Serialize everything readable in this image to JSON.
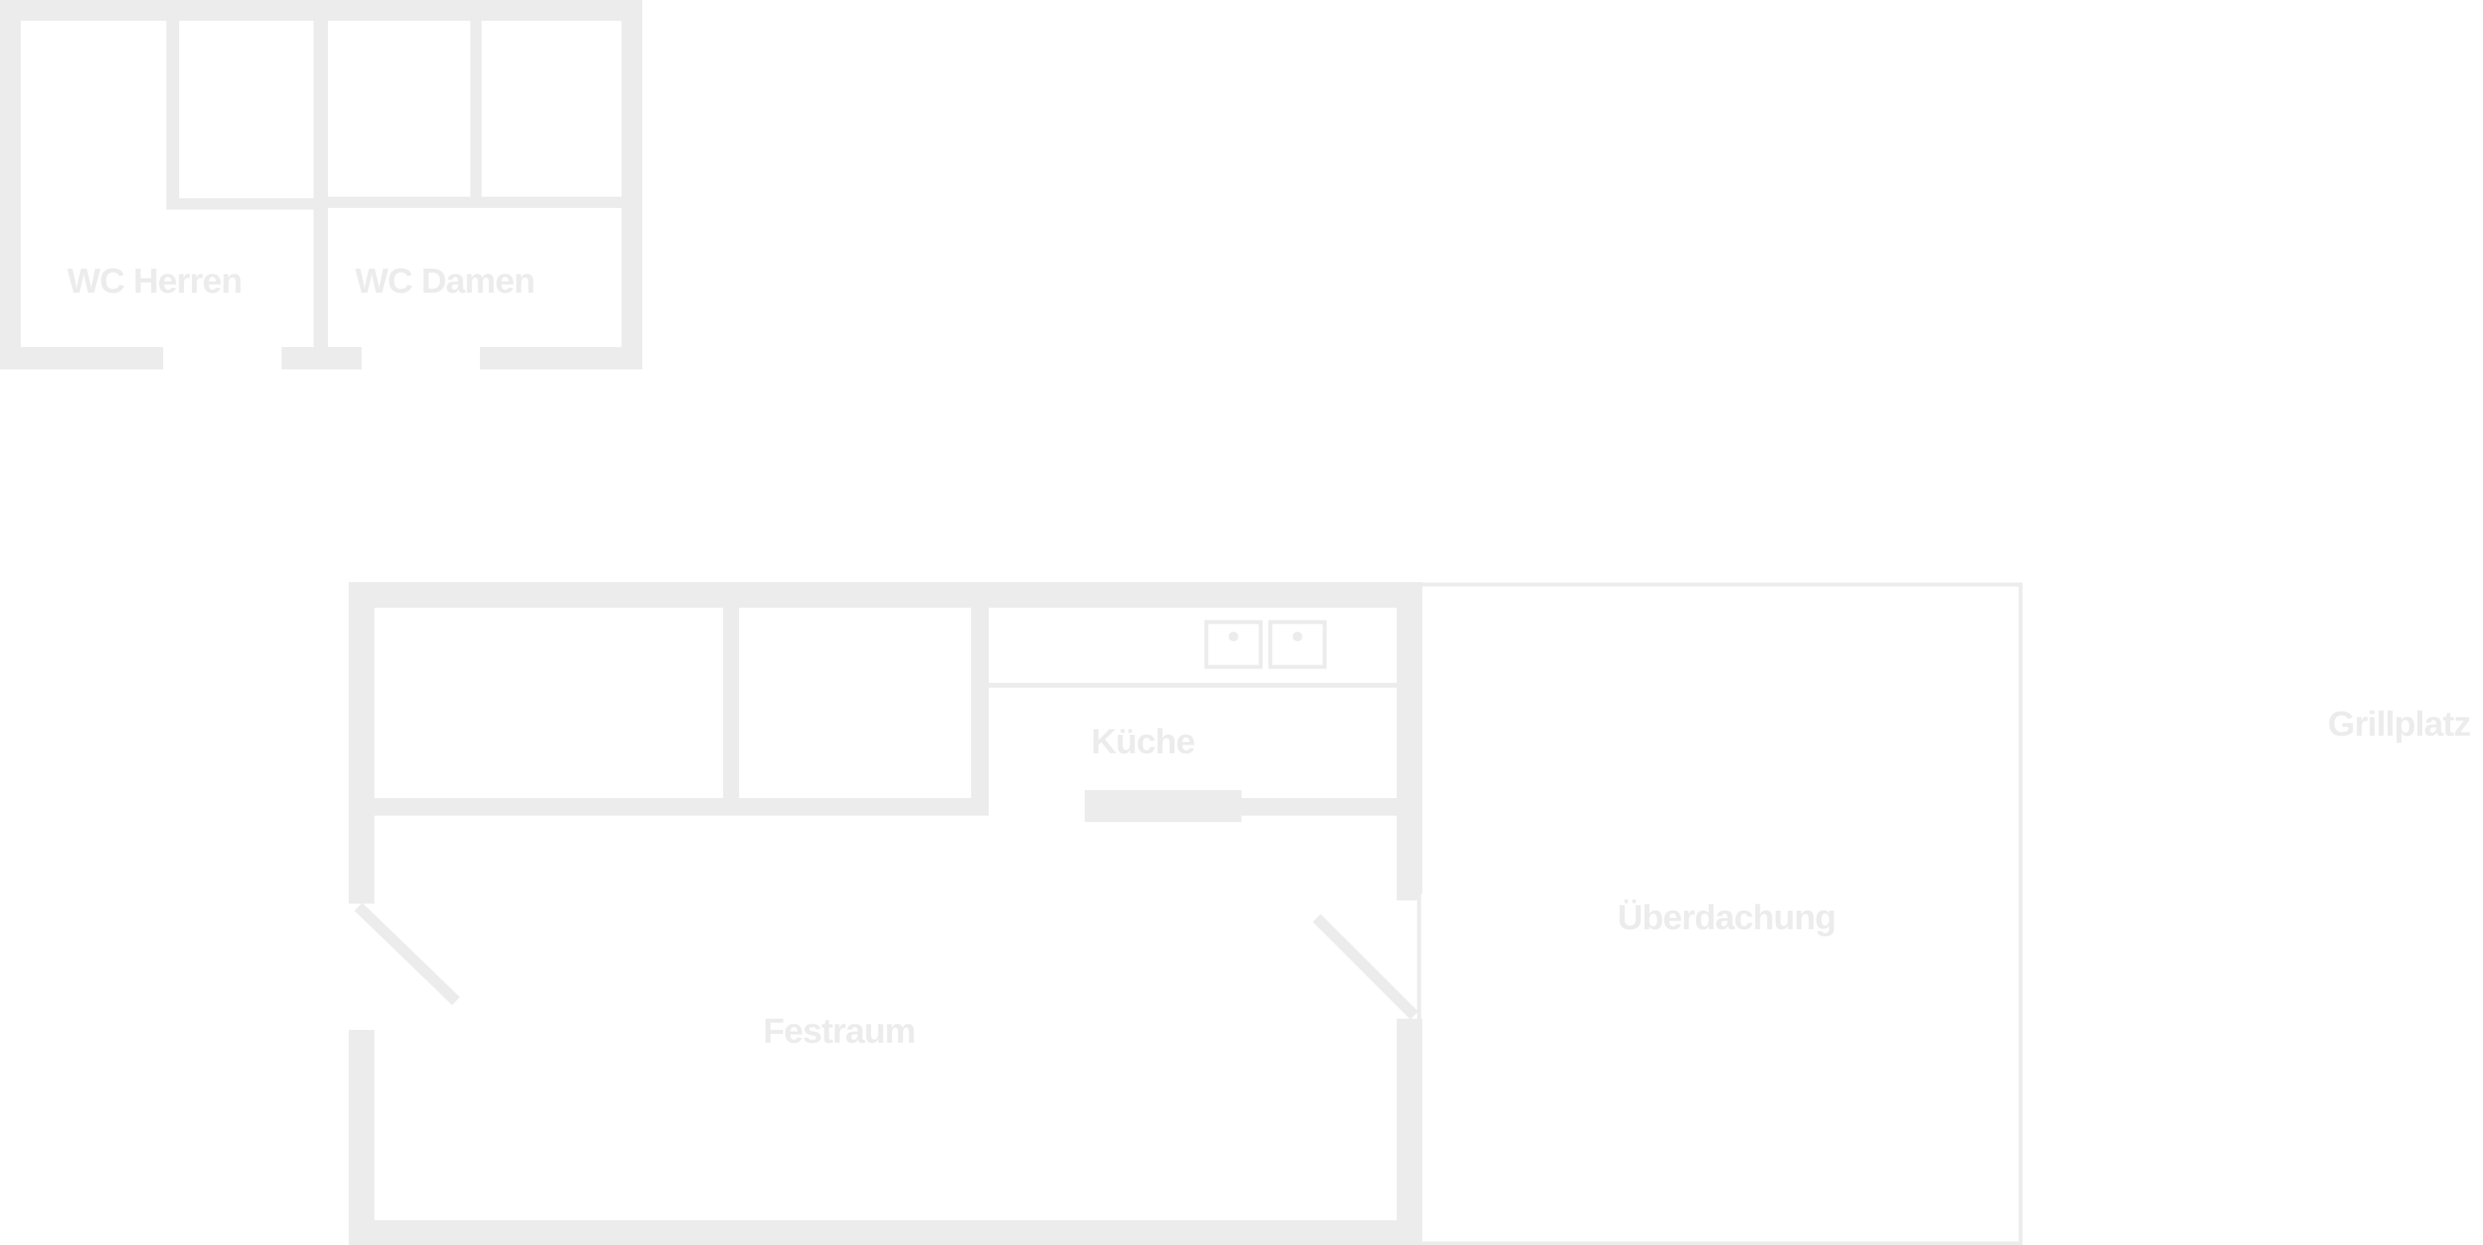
{
  "plan": {
    "colors": {
      "walls": "#ebeceb",
      "labels": "#ebeceb",
      "background": "#ffffff"
    },
    "rooms": {
      "wc_herren": "WC Herren",
      "wc_damen": "WC Damen",
      "kueche": "Küche",
      "festraum": "Festraum",
      "ueberdachung": "Überdachung",
      "grillplatz": "Grillplatz"
    }
  }
}
